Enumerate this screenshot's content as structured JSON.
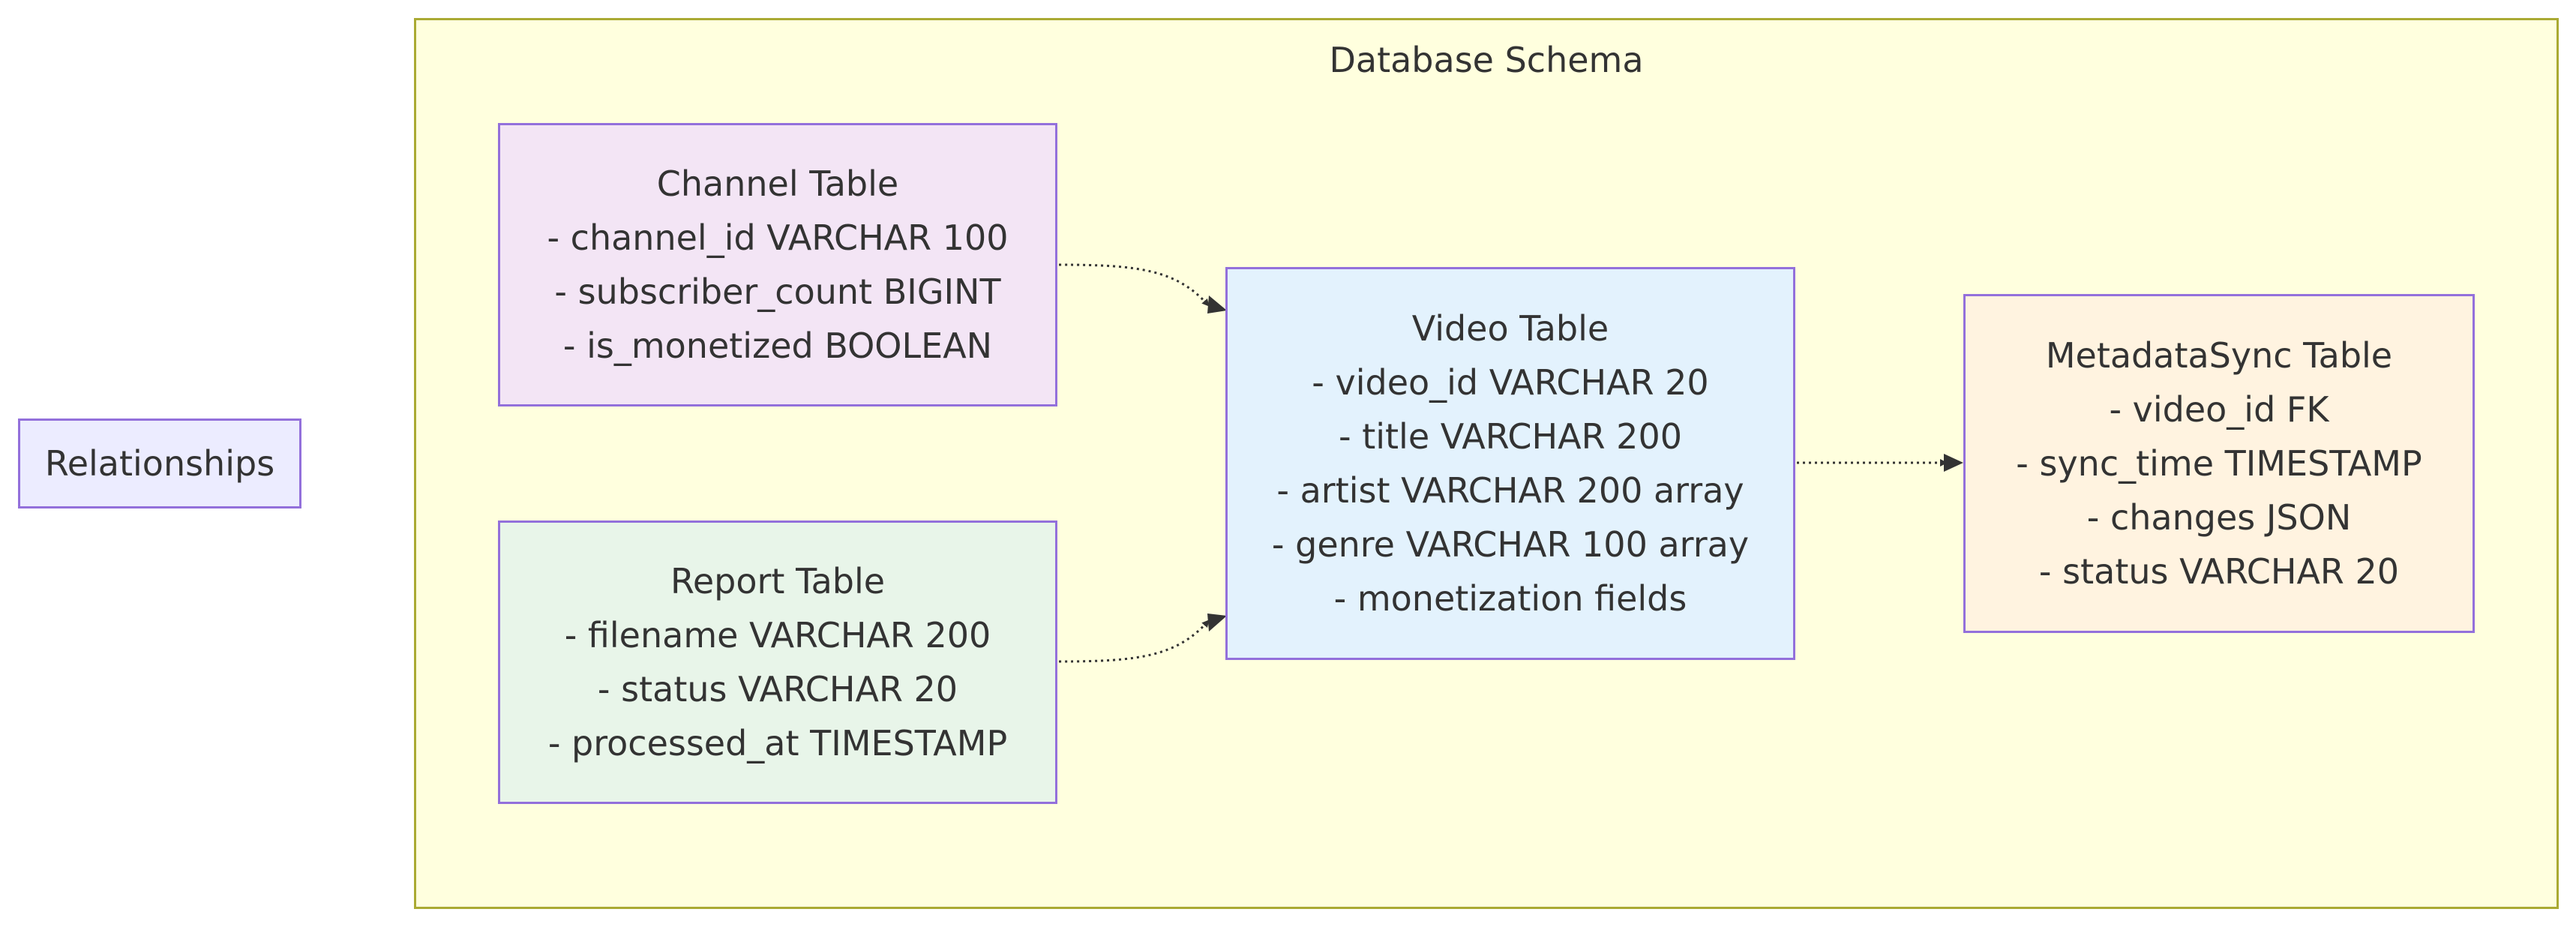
{
  "cluster": {
    "title": "Database Schema"
  },
  "nodes": {
    "relationships": {
      "label": "Relationships"
    },
    "channel": {
      "title": "Channel Table",
      "fields": [
        "- channel_id VARCHAR 100",
        "- subscriber_count BIGINT",
        "- is_monetized BOOLEAN"
      ]
    },
    "report": {
      "title": "Report Table",
      "fields": [
        "- filename VARCHAR 200",
        "- status VARCHAR 20",
        "- processed_at TIMESTAMP"
      ]
    },
    "video": {
      "title": "Video Table",
      "fields": [
        "- video_id VARCHAR 20",
        "- title VARCHAR 200",
        "- artist VARCHAR 200 array",
        "- genre VARCHAR 100 array",
        "- monetization fields"
      ]
    },
    "metadata": {
      "title": "MetadataSync Table",
      "fields": [
        "- video_id FK",
        "- sync_time TIMESTAMP",
        "- changes JSON",
        "- status VARCHAR 20"
      ]
    }
  },
  "edges": [
    {
      "from": "Channel Table",
      "to": "Video Table",
      "style": "dotted"
    },
    {
      "from": "Report Table",
      "to": "Video Table",
      "style": "dotted"
    },
    {
      "from": "Video Table",
      "to": "MetadataSync Table",
      "style": "dotted"
    }
  ],
  "colors": {
    "cluster_fill": "#ffffde",
    "cluster_border": "#aaaa33",
    "node_border": "#9370db",
    "relationships_fill": "#ececff",
    "channel_fill": "#f3e5f5",
    "report_fill": "#e8f5e9",
    "video_fill": "#e3f2fd",
    "metadata_fill": "#fff3e0",
    "edge": "#333333"
  }
}
